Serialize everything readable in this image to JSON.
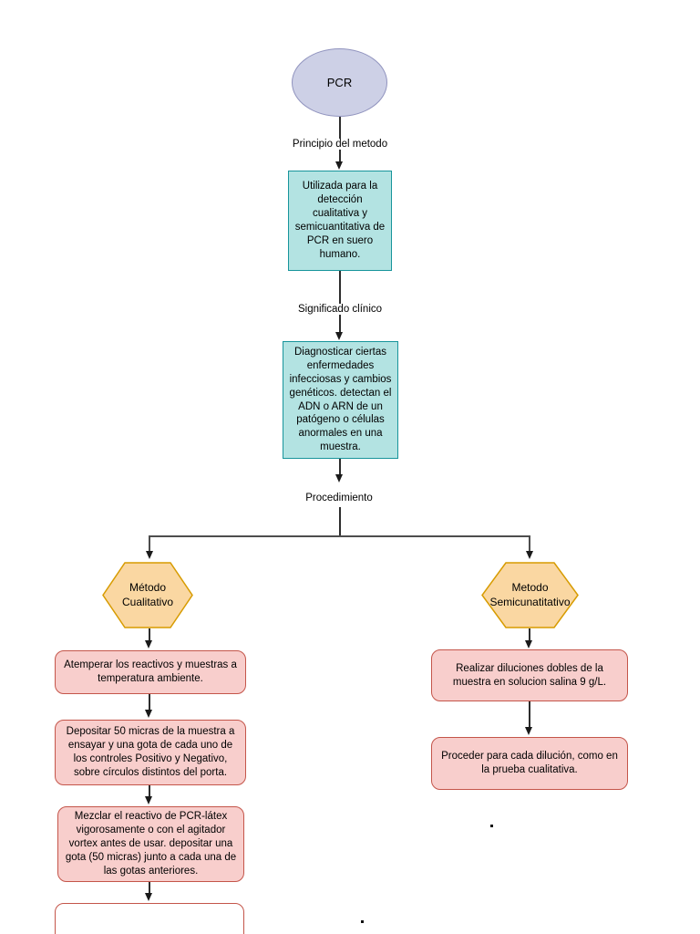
{
  "colors": {
    "ellipse_fill": "#cdd0e6",
    "ellipse_stroke": "#9093be",
    "teal_fill": "#b3e3e2",
    "teal_stroke": "#17949b",
    "hexagon_fill": "#fad7a2",
    "hexagon_stroke": "#d79b00",
    "pink_fill": "#f8cecc",
    "pink_stroke": "#c4554a"
  },
  "flowchart": {
    "root": "PCR",
    "edge_labels": {
      "principle": "Principio del metodo",
      "clinical": "Significado clínico",
      "procedure": "Procedimiento"
    },
    "principle_text": "Utilizada para la detección cualitativa y semicuantitativa de PCR en suero humano.",
    "clinical_text": "Diagnosticar ciertas enfermedades infecciosas y cambios genéticos. detectan el ADN o ARN de un patógeno o células anormales en una muestra.",
    "qualitative": {
      "title": "Método Cualitativo",
      "steps": [
        "Atemperar los reactivos y muestras a temperatura ambiente.",
        "Depositar 50 micras de la muestra a ensayar y una gota de cada uno de los controles Positivo y Negativo, sobre círculos distintos del porta.",
        "Mezclar el reactivo de PCR-látex vigorosamente o con el agitador vortex antes de usar. depositar una gota (50 micras) junto a cada una de las gotas anteriores."
      ]
    },
    "semiquantitative": {
      "title": "Metodo Semicunatitativo",
      "steps": [
        "Realizar diluciones dobles de la muestra en solucion salina 9 g/L.",
        "Proceder para cada dilución, como en la prueba cualitativa."
      ]
    },
    "stray_marks": [
      ".",
      "."
    ]
  }
}
